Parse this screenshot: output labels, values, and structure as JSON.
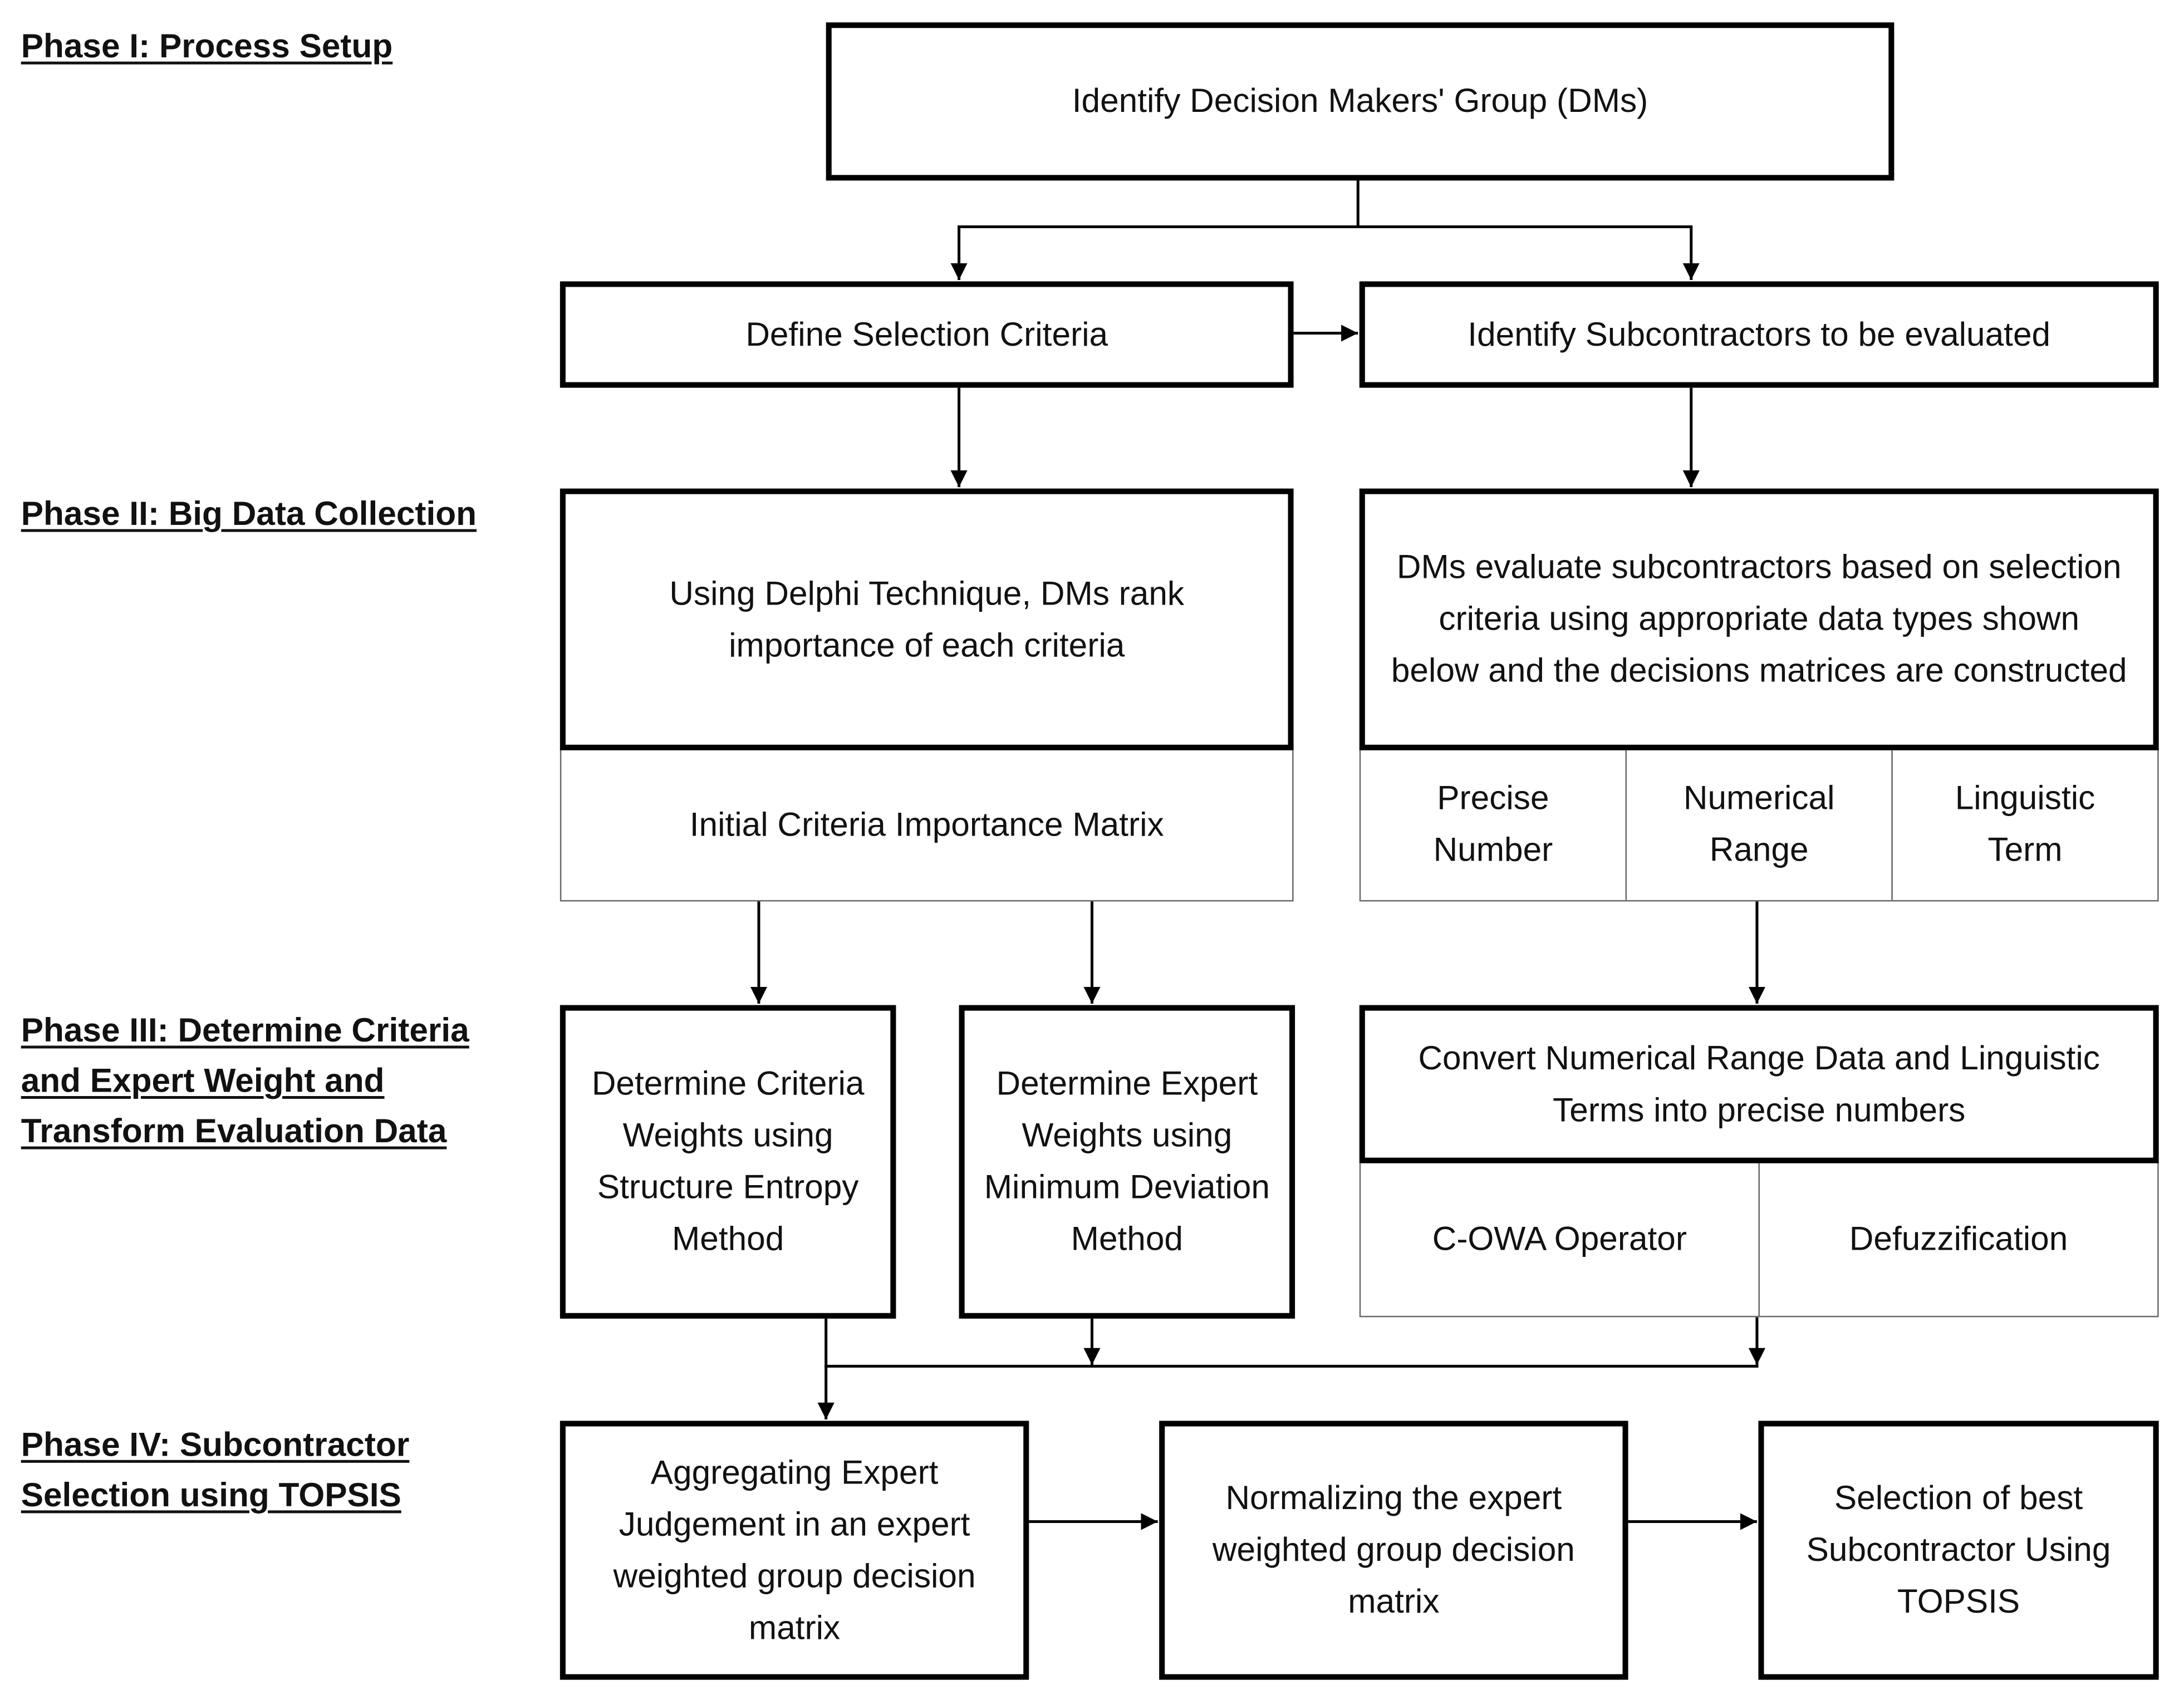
{
  "phases": {
    "phase1": [
      "Phase I: Process Setup"
    ],
    "phase2": [
      "Phase II: Big Data Collection"
    ],
    "phase3": [
      "Phase III: Determine Criteria",
      "and Expert Weight and",
      "Transform Evaluation Data"
    ],
    "phase4": [
      "Phase IV: Subcontractor",
      "Selection using TOPSIS"
    ]
  },
  "boxes": {
    "identify_dms": [
      "Identify Decision Makers' Group (DMs)"
    ],
    "define_criteria": [
      "Define Selection Criteria"
    ],
    "identify_subcontractors": [
      "Identify Subcontractors to be evaluated"
    ],
    "delphi": [
      "Using Delphi Technique, DMs rank",
      "importance of each criteria"
    ],
    "initial_matrix": [
      "Initial Criteria Importance Matrix"
    ],
    "dms_evaluate": [
      "DMs evaluate subcontractors based on selection",
      "criteria using appropriate data types shown",
      "below and the decisions matrices are constructed"
    ],
    "data_types": [
      [
        "Precise",
        "Number"
      ],
      [
        "Numerical",
        "Range"
      ],
      [
        "Linguistic",
        "Term"
      ]
    ],
    "criteria_weights": [
      "Determine Criteria",
      "Weights using",
      "Structure Entropy",
      "Method"
    ],
    "expert_weights": [
      "Determine Expert",
      "Weights using",
      "Minimum Deviation",
      "Method"
    ],
    "convert": [
      "Convert Numerical Range Data and Linguistic",
      "Terms into precise numbers"
    ],
    "conversion_methods": [
      "C-OWA Operator",
      "Defuzzification"
    ],
    "aggregate": [
      "Aggregating Expert",
      "Judgement in an expert",
      "weighted group decision",
      "matrix"
    ],
    "normalize": [
      "Normalizing the expert",
      "weighted group decision",
      "matrix"
    ],
    "select": [
      "Selection of best",
      "Subcontractor Using",
      "TOPSIS"
    ]
  },
  "colors": {
    "border": "#000000",
    "thin_border": "#6a6a6a",
    "text": "#111111",
    "background": "#ffffff"
  }
}
